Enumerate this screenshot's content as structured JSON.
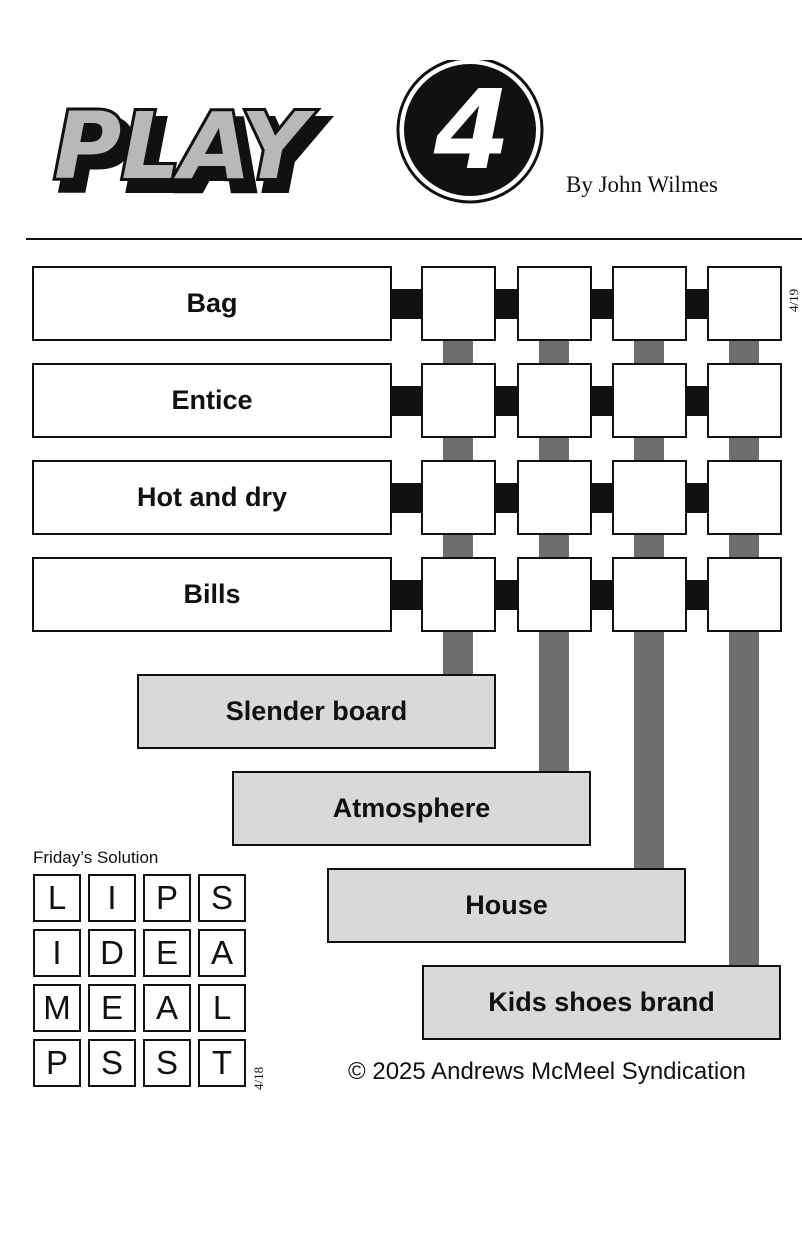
{
  "header": {
    "logo_text": "PLAY4",
    "byline": "By John Wilmes"
  },
  "puzzle": {
    "date": "4/19",
    "row_clues": [
      "Bag",
      "Entice",
      "Hot and dry",
      "Bills"
    ],
    "column_clues": [
      "Slender board",
      "Atmosphere",
      "House",
      "Kids shoes brand"
    ]
  },
  "solution": {
    "title": "Friday’s Solution",
    "date": "4/18",
    "grid": [
      [
        "L",
        "I",
        "P",
        "S"
      ],
      [
        "I",
        "D",
        "E",
        "A"
      ],
      [
        "M",
        "E",
        "A",
        "L"
      ],
      [
        "P",
        "S",
        "S",
        "T"
      ]
    ]
  },
  "footer": {
    "copyright": "© 2025 Andrews McMeel Syndication"
  },
  "colors": {
    "ink": "#111111",
    "column_clue_fill": "#d9d9d9",
    "connector_gray": "#6e6e6e"
  }
}
